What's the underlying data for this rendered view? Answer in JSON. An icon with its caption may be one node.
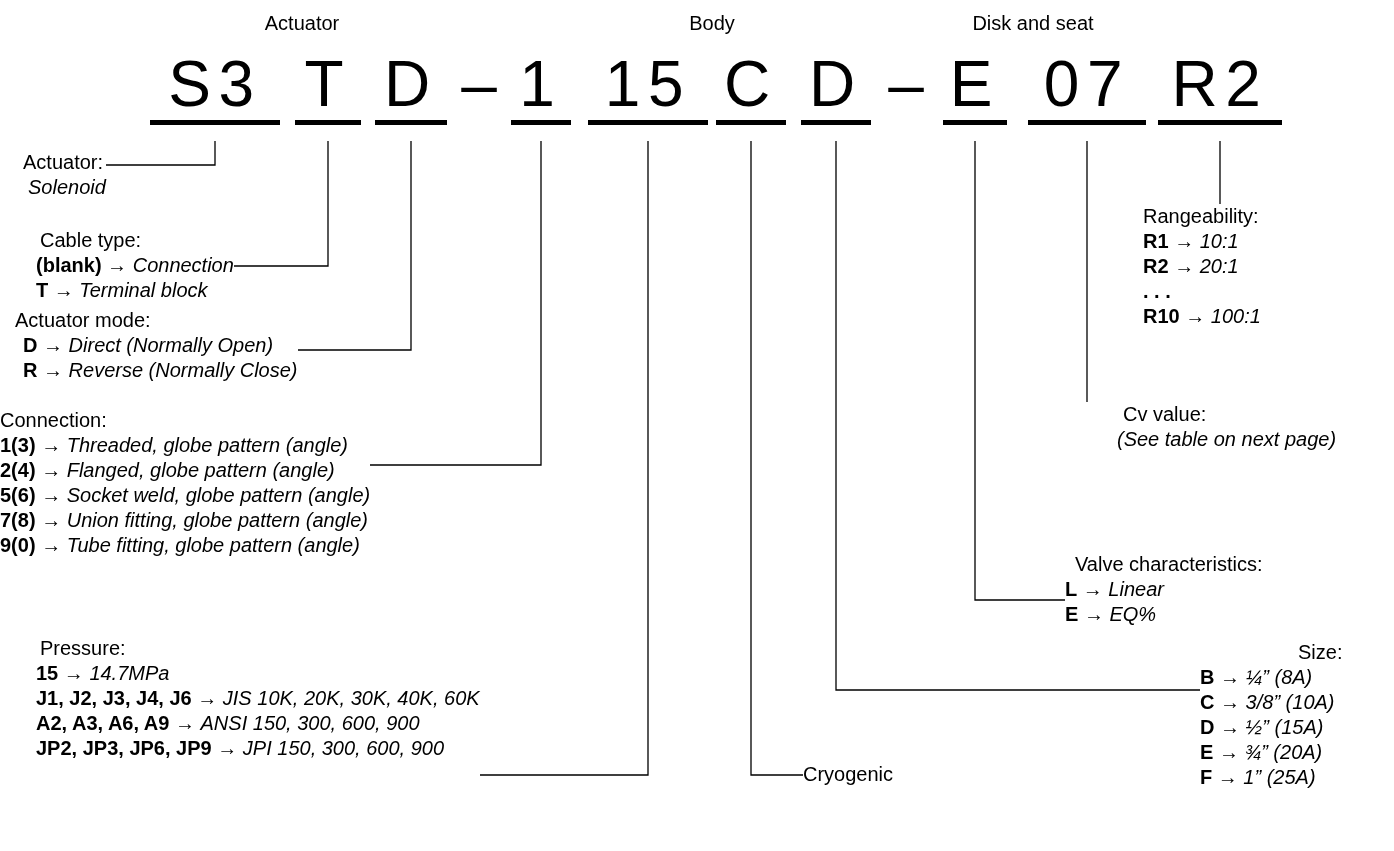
{
  "diagram": {
    "nodes": [
      {
        "text": [
          "S3"
        ]
      },
      {
        "text": [
          "T"
        ]
      },
      {
        "text": [
          "D"
        ]
      },
      {
        "text": [
          "1"
        ]
      },
      {
        "text": [
          "15"
        ]
      },
      {
        "text": [
          "C"
        ]
      },
      {
        "text": [
          "D"
        ]
      },
      {
        "text": [
          "E"
        ]
      },
      {
        "text": [
          "07"
        ]
      },
      {
        "text": [
          "R2"
        ]
      },
      {
        "text": [
          "Actuator:",
          "*Solenoid*"
        ]
      },
      {
        "text": [
          "Cable type:",
          "**(blank)** → *Connection*",
          "**T** → *Terminal block*"
        ]
      },
      {
        "text": [
          "Actuator mode:",
          "**D** → *Direct (Normally Open)*",
          "**R** → *Reverse (Normally Close)*"
        ]
      },
      {
        "text": [
          "Connection:",
          "**1(3)** → *Threaded, globe pattern (angle)*",
          "**2(4)** → *Flanged, globe pattern (angle)*",
          "**5(6)** → *Socket weld, globe pattern (angle)*",
          "**7(8)** → *Union fitting, globe pattern (angle)*",
          "**9(0)** → *Tube fitting, globe pattern (angle)*"
        ]
      },
      {
        "text": [
          "Pressure:",
          "**15** → *14.7MPa*",
          "**J1, J2, J3, J4, J6** → *JIS 10K, 20K, 30K, 40K, 60K*",
          "**A2, A3, A6, A9** → *ANSI 150, 300, 600, 900*",
          "**JP2, JP3, JP6, JP9** → *JPI 150, 300, 600, 900*"
        ]
      },
      {
        "text": [
          "Cryogenic"
        ]
      },
      {
        "text": [
          "Size:",
          "**B** → *¼” (8A)*",
          "**C** → *3/8” (10A)*",
          "**D** → *½” (15A)*",
          "**E** → *¾” (20A)*",
          "**F** → *1” (25A)*"
        ]
      },
      {
        "text": [
          "Valve characteristics:",
          "**L** → *Linear*",
          "**E** → *EQ%*"
        ]
      },
      {
        "text": [
          "Cv value:",
          "*(See table on next page)*"
        ]
      },
      {
        "text": [
          "Rangeability:",
          "**R1** → *10:1*",
          "**R2** → *20:1*",
          "**. . .**",
          "**R10** → *100:1*"
        ]
      }
    ],
    "edges": [
      {
        "from": 0,
        "to": 10,
        "arrow": "none"
      },
      {
        "from": 1,
        "to": 11,
        "arrow": "none"
      },
      {
        "from": 2,
        "to": 12,
        "arrow": "none"
      },
      {
        "from": 3,
        "to": 13,
        "arrow": "none"
      },
      {
        "from": 4,
        "to": 14,
        "arrow": "none"
      },
      {
        "from": 5,
        "to": 15,
        "arrow": "none"
      },
      {
        "from": 6,
        "to": 16,
        "arrow": "none"
      },
      {
        "from": 7,
        "to": 17,
        "arrow": "none"
      },
      {
        "from": 8,
        "to": 18,
        "arrow": "none"
      },
      {
        "from": 9,
        "to": 19,
        "arrow": "none"
      }
    ],
    "labels": [
      "Actuator",
      "Body",
      "Disk and seat",
      "–",
      "–"
    ]
  }
}
